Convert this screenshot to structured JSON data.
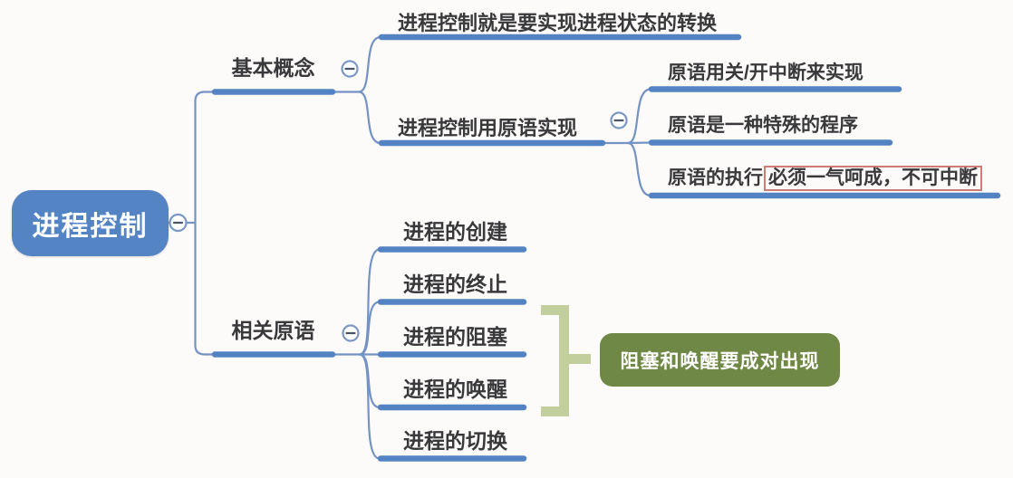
{
  "root": {
    "label": "进程控制",
    "collapse_icon": "minus"
  },
  "branches": [
    {
      "label": "基本概念",
      "collapse_icon": "minus",
      "children": [
        {
          "label": "进程控制就是要实现进程状态的转换"
        },
        {
          "label": "进程控制用原语实现",
          "collapse_icon": "minus",
          "children": [
            {
              "label": "原语用关/开中断来实现"
            },
            {
              "label": "原语是一种特殊的程序"
            },
            {
              "label_prefix": "原语的执行",
              "label_highlight": "必须一气呵成，不可中断"
            }
          ]
        }
      ]
    },
    {
      "label": "相关原语",
      "collapse_icon": "minus",
      "children": [
        {
          "label": "进程的创建"
        },
        {
          "label": "进程的终止"
        },
        {
          "label": "进程的阻塞"
        },
        {
          "label": "进程的唤醒"
        },
        {
          "label": "进程的切换"
        }
      ]
    }
  ],
  "callout": {
    "label": "阻塞和唤醒要成对出现"
  },
  "colors": {
    "root_node_fill": "#5584c4",
    "branch_line_thick": "#5383c2",
    "connector_thin": "#7493c4",
    "collapse_circle_stroke": "#7b97c4",
    "callout_fill": "#6f8845",
    "bracket_fill": "#c3ce9d",
    "highlight_border": "#cf7b76",
    "text": "#39393b"
  }
}
